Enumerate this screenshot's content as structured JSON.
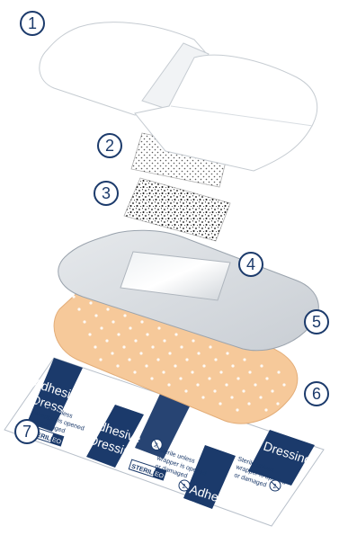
{
  "callouts": [
    "1",
    "2",
    "3",
    "4",
    "5",
    "6",
    "7"
  ],
  "wrapper": {
    "title_line1": "Adhesive",
    "title_line2": "Dressing",
    "note_line1": "Sterile unless",
    "note_line2": "wrapper is opened",
    "note_line3": "or damaged",
    "sterile_label": "STERILE",
    "eo_label": "EO",
    "no_reuse_symbol": "2"
  },
  "colors": {
    "navy": "#1b3a6b",
    "pad": "#f6c99a",
    "release_liner": "#ffffff",
    "gray_layer": "#d9dde2"
  }
}
